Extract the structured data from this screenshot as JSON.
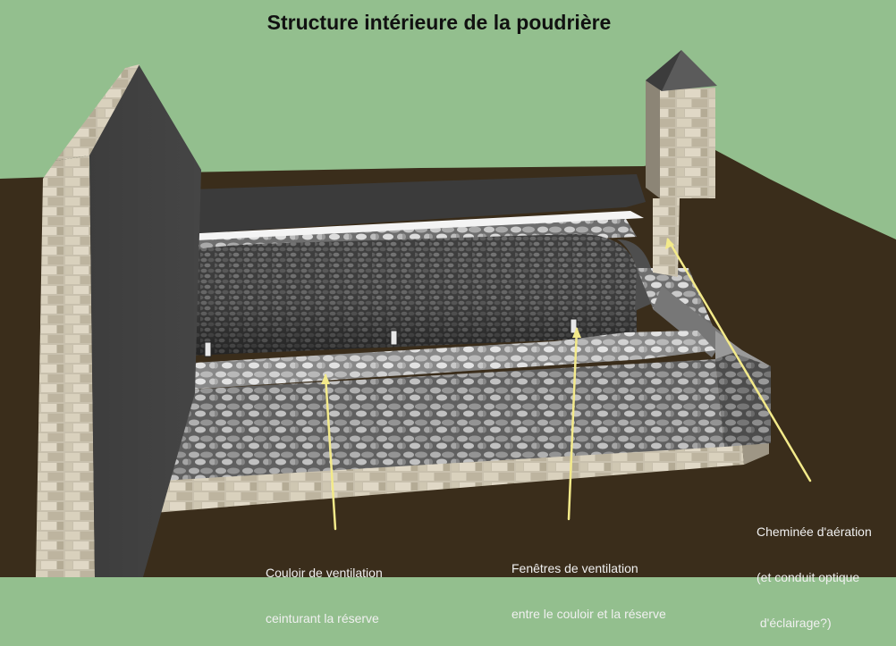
{
  "title": "Structure intérieure de la poudrière",
  "labels": {
    "couloir": [
      "Couloir de ventilation",
      "ceinturant la réserve"
    ],
    "fenetres": [
      "Fenêtres de ventilation",
      "entre le couloir et la réserve"
    ],
    "cheminee": [
      "Cheminée d'aération",
      "(et conduit optique",
      " d'éclairage?)"
    ]
  },
  "colors": {
    "sky": "#93bf8e",
    "ground": "#3a2d1b",
    "leader": "#f3ea8a",
    "label_text": "#f0f0f0"
  }
}
